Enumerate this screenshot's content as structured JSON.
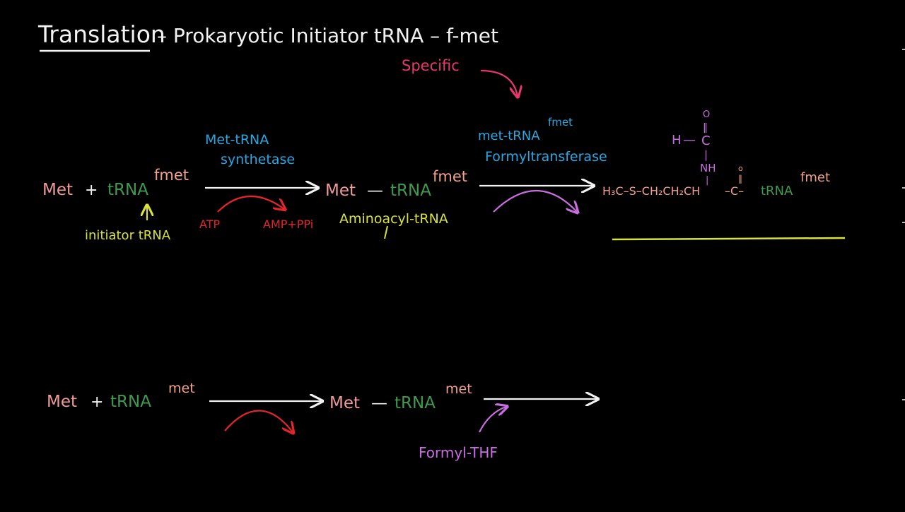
{
  "colors": {
    "background": "#000000",
    "white": "#f2f2f2",
    "met": "#ee9a9a",
    "trna": "#3f9a4f",
    "fmet": "#f0a08c",
    "cyan": "#2aa6e0",
    "yellow": "#d8e23a",
    "red": "#e3262b",
    "pink": "#e8366e",
    "purple": "#c86ee0"
  },
  "title": {
    "main": "Translation",
    "rest": "– Prokaryotic Initiator tRNA – f-met"
  },
  "annotations": {
    "specific": "Specific"
  },
  "row1": {
    "met": "Met",
    "plus": "+",
    "trna": "tRNA",
    "sup": "fmet",
    "initiator_label": "initiator tRNA",
    "enzyme_line1": "Met-tRNA",
    "enzyme_line2": "synthetase",
    "atp": "ATP",
    "amp": "AMP+PPi",
    "product_met": "Met",
    "product_dash": "—",
    "product_trna": "tRNA",
    "product_sup": "fmet",
    "aminoacyl_label": "Aminoacyl-tRNA",
    "enzyme2_line1": "met-tRNA",
    "enzyme2_sup": "fmet",
    "enzyme2_line2": "Formyltransferase",
    "chem": {
      "o_top": "O",
      "dbl": "‖",
      "h": "H",
      "dash": "—",
      "c": "C",
      "bond": "|",
      "nh": "NH",
      "o_small": "o",
      "formula_left": "H₃C–S–CH₂CH₂CH",
      "formula_mid": "–C–",
      "formula_trna": "tRNA",
      "formula_sup": "fmet"
    }
  },
  "row2": {
    "met": "Met",
    "plus": "+",
    "trna": "tRNA",
    "sup": "met",
    "product_met": "Met",
    "product_dash": "—",
    "product_trna": "tRNA",
    "product_sup": "met",
    "formyl_thf": "Formyl-THF"
  }
}
